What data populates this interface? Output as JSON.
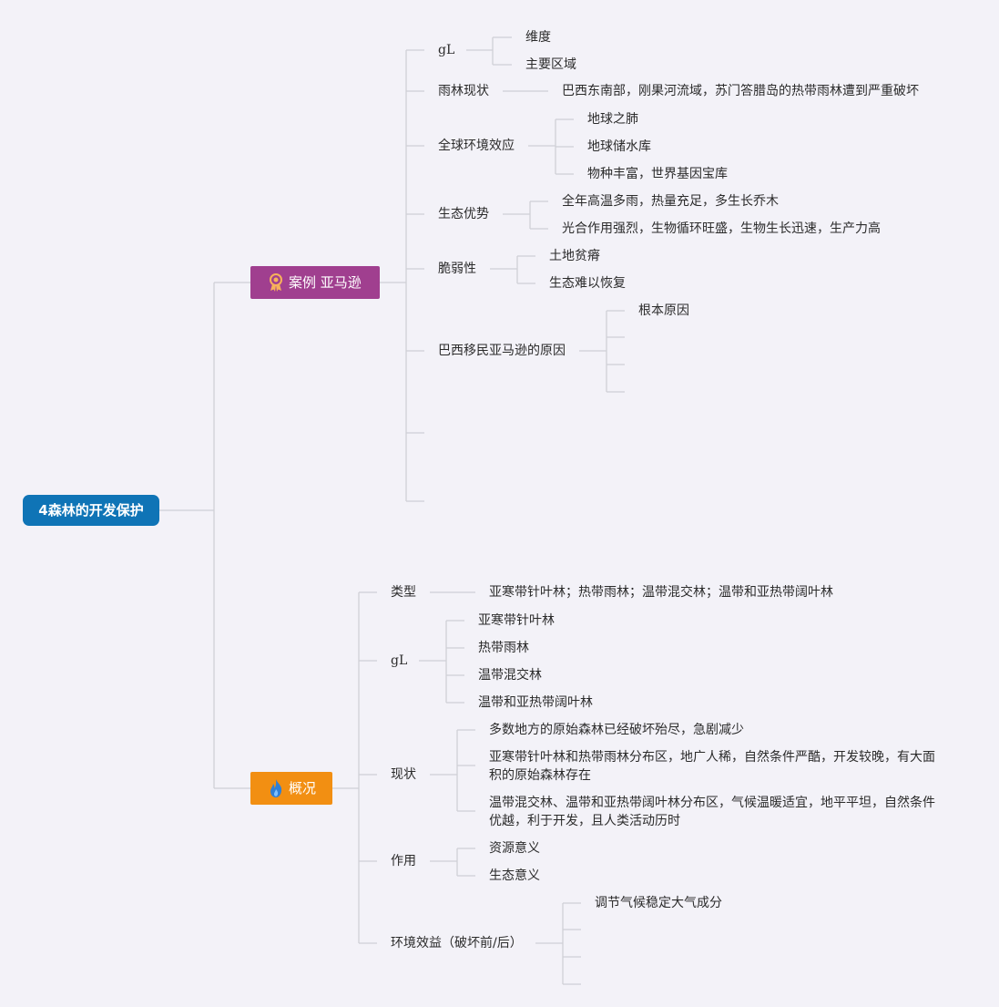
{
  "colors": {
    "root": "#0f74b6",
    "branch_amazon": "#a03f8f",
    "branch_overview": "#f28f12",
    "line": "#cfcfd6",
    "background": "#f3f2f8"
  },
  "root": {
    "label": "4森林的开发保护"
  },
  "amazon": {
    "label": "案例 亚马逊",
    "icon": "award-ribbon-icon",
    "gl": {
      "label": "gL",
      "children": [
        "维度",
        "主要区域"
      ]
    },
    "rainforest_status": {
      "label": "雨林现状",
      "child": "巴西东南部，刚果河流域，苏门答腊岛的热带雨林遭到严重破坏"
    },
    "global_effect": {
      "label": "全球环境效应",
      "children": [
        "地球之肺",
        "地球储水库",
        "物种丰富，世界基因宝库"
      ]
    },
    "eco_advantage": {
      "label": "生态优势",
      "children": [
        "全年高温多雨，热量充足，多生长乔木",
        "光合作用强烈，生物循环旺盛，生物生长迅速，生产力高"
      ]
    },
    "fragility": {
      "label": "脆弱性",
      "children": [
        "土地贫瘠",
        "生态难以恢复"
      ]
    },
    "migration": {
      "label": "巴西移民亚马逊的原因",
      "children": [
        "根本原因"
      ]
    }
  },
  "overview": {
    "label": "概况",
    "icon": "flame-icon",
    "types": {
      "label": "类型",
      "child": "亚寒带针叶林；热带雨林；温带混交林；温带和亚热带阔叶林"
    },
    "gl": {
      "label": "gL",
      "children": [
        "亚寒带针叶林",
        "热带雨林",
        "温带混交林",
        "温带和亚热带阔叶林"
      ]
    },
    "status": {
      "label": "现状",
      "children": [
        "多数地方的原始森林已经破坏殆尽，急剧减少",
        "亚寒带针叶林和热带雨林分布区，地广人稀，自然条件严酷，开发较晚，有大面积的原始森林存在",
        "温带混交林、温带和亚热带阔叶林分布区，气候温暖适宜，地平平坦，自然条件优越，利于开发，且人类活动历时"
      ]
    },
    "function": {
      "label": "作用",
      "children": [
        "资源意义",
        "生态意义"
      ]
    },
    "env_benefit": {
      "label": "环境效益（破坏前/后）",
      "children": [
        "调节气候稳定大气成分"
      ]
    }
  }
}
